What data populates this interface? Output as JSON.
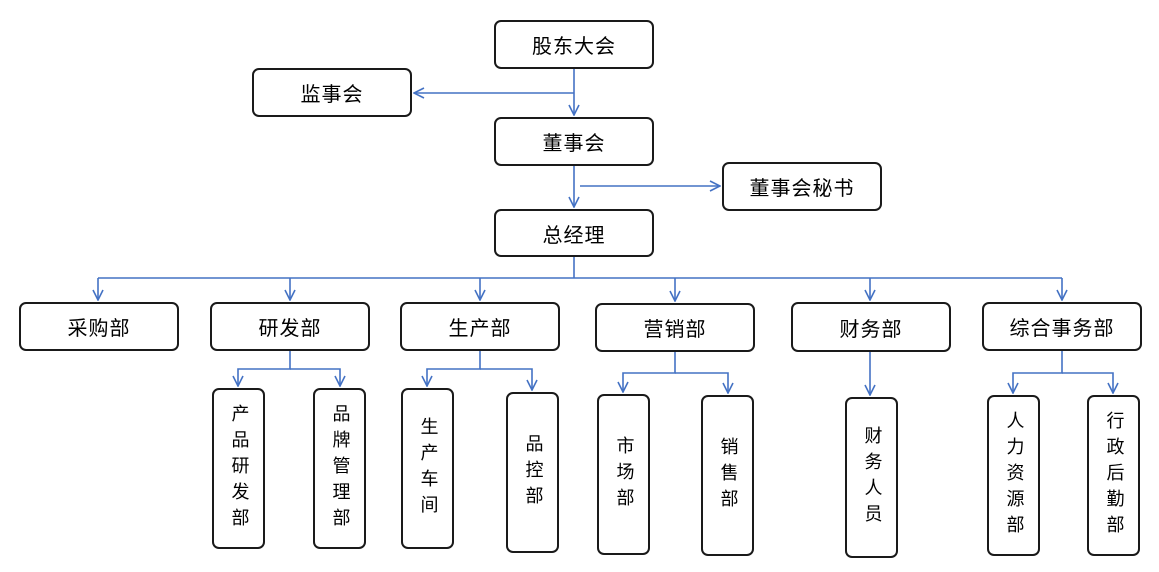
{
  "org": {
    "shareholders": "股东大会",
    "supervisors": "监事会",
    "board": "董事会",
    "board_secretary": "董事会秘书",
    "gm": "总经理",
    "departments": {
      "purchasing": "采购部",
      "rnd": "研发部",
      "production": "生产部",
      "marketing": "营销部",
      "finance": "财务部",
      "admin": "综合事务部"
    },
    "subunits": {
      "product_rnd": "产品研发部",
      "brand_mgmt": "品牌管理部",
      "workshop": "生产车间",
      "qc": "品控部",
      "market": "市场部",
      "sales": "销售部",
      "finance_staff": "财务人员",
      "hr": "人力资源部",
      "logistics": "行政后勤部"
    }
  },
  "colors": {
    "connector": "#4472C4",
    "border": "#1a1a1a"
  }
}
